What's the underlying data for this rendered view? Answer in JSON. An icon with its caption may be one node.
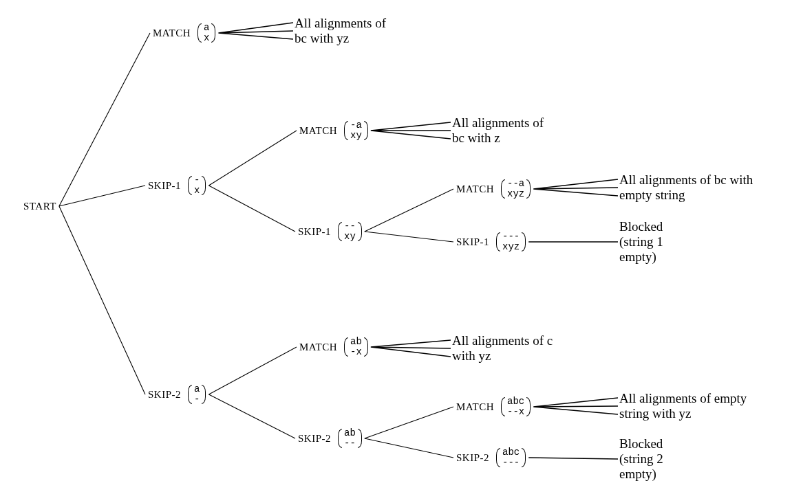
{
  "diagram": {
    "nodes": [
      {
        "text": [
          "START"
        ]
      },
      {
        "text": [
          "MATCH",
          "a",
          "x"
        ]
      },
      {
        "text": [
          "All alignments of bc with yz"
        ]
      },
      {
        "text": [
          "SKIP-1",
          "-",
          "x"
        ]
      },
      {
        "text": [
          "MATCH",
          "-a",
          "xy"
        ]
      },
      {
        "text": [
          "All alignments of bc with z"
        ]
      },
      {
        "text": [
          "SKIP-1",
          "--",
          "xy"
        ]
      },
      {
        "text": [
          "MATCH",
          "--a",
          "xyz"
        ]
      },
      {
        "text": [
          "All alignments of bc with empty string"
        ]
      },
      {
        "text": [
          "SKIP-1",
          "---",
          "xyz"
        ]
      },
      {
        "text": [
          "Blocked (string 1 empty)"
        ]
      },
      {
        "text": [
          "SKIP-2",
          "a",
          "-"
        ]
      },
      {
        "text": [
          "MATCH",
          "ab",
          "-x"
        ]
      },
      {
        "text": [
          "All alignments of c with yz"
        ]
      },
      {
        "text": [
          "SKIP-2",
          "ab",
          "--"
        ]
      },
      {
        "text": [
          "MATCH",
          "abc",
          "--x"
        ]
      },
      {
        "text": [
          "All alignments of empty string with yz"
        ]
      },
      {
        "text": [
          "SKIP-2",
          "abc",
          "---"
        ]
      },
      {
        "text": [
          "Blocked (string 2 empty)"
        ]
      }
    ],
    "edges": [
      {
        "from": 0,
        "to": 1,
        "arrow": "none"
      },
      {
        "from": 0,
        "to": 3,
        "arrow": "none"
      },
      {
        "from": 0,
        "to": 11,
        "arrow": "none"
      },
      {
        "from": 1,
        "to": 2,
        "arrow": "none"
      },
      {
        "from": 3,
        "to": 4,
        "arrow": "none"
      },
      {
        "from": 3,
        "to": 6,
        "arrow": "none"
      },
      {
        "from": 4,
        "to": 5,
        "arrow": "none"
      },
      {
        "from": 6,
        "to": 7,
        "arrow": "none"
      },
      {
        "from": 6,
        "to": 9,
        "arrow": "none"
      },
      {
        "from": 7,
        "to": 8,
        "arrow": "none"
      },
      {
        "from": 9,
        "to": 10,
        "arrow": "none"
      },
      {
        "from": 11,
        "to": 12,
        "arrow": "none"
      },
      {
        "from": 11,
        "to": 14,
        "arrow": "none"
      },
      {
        "from": 12,
        "to": 13,
        "arrow": "none"
      },
      {
        "from": 14,
        "to": 15,
        "arrow": "none"
      },
      {
        "from": 14,
        "to": 17,
        "arrow": "none"
      },
      {
        "from": 15,
        "to": 16,
        "arrow": "none"
      },
      {
        "from": 17,
        "to": 18,
        "arrow": "none"
      }
    ]
  }
}
